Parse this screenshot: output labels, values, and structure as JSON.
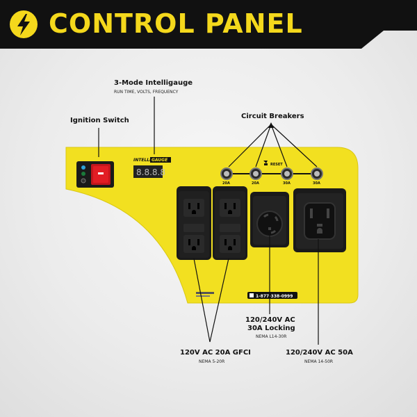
{
  "header": {
    "title": "CONTROL PANEL",
    "brand_color": "#f4d81c",
    "banner_color": "#111111"
  },
  "labels": {
    "intelligauge_title": "3-Mode Intelligauge",
    "intelligauge_sub": "RUN TIME, VOLTS, FREQUENCY",
    "ignition": "Ignition Switch",
    "breakers": "Circuit Breakers",
    "gfci_title": "120V AC 20A GFCI",
    "gfci_sub": "NEMA 5-20R",
    "locking_line1": "120/240V AC",
    "locking_line2": "30A Locking",
    "locking_sub": "NEMA L14-30R",
    "fifty_title": "120/240V AC 50A",
    "fifty_sub": "NEMA 14-50R"
  },
  "panel": {
    "color": "#f2e020",
    "intelligauge_logo": "INTELLIGAUGE",
    "display": "8.8.8.8",
    "reset": "RESET",
    "breaker_ratings": [
      "20A",
      "20A",
      "30A",
      "30A"
    ],
    "phone": "1-877-338-0999"
  },
  "icons": [
    "lightning-bolt-icon",
    "reset-icon",
    "phone-icon"
  ]
}
